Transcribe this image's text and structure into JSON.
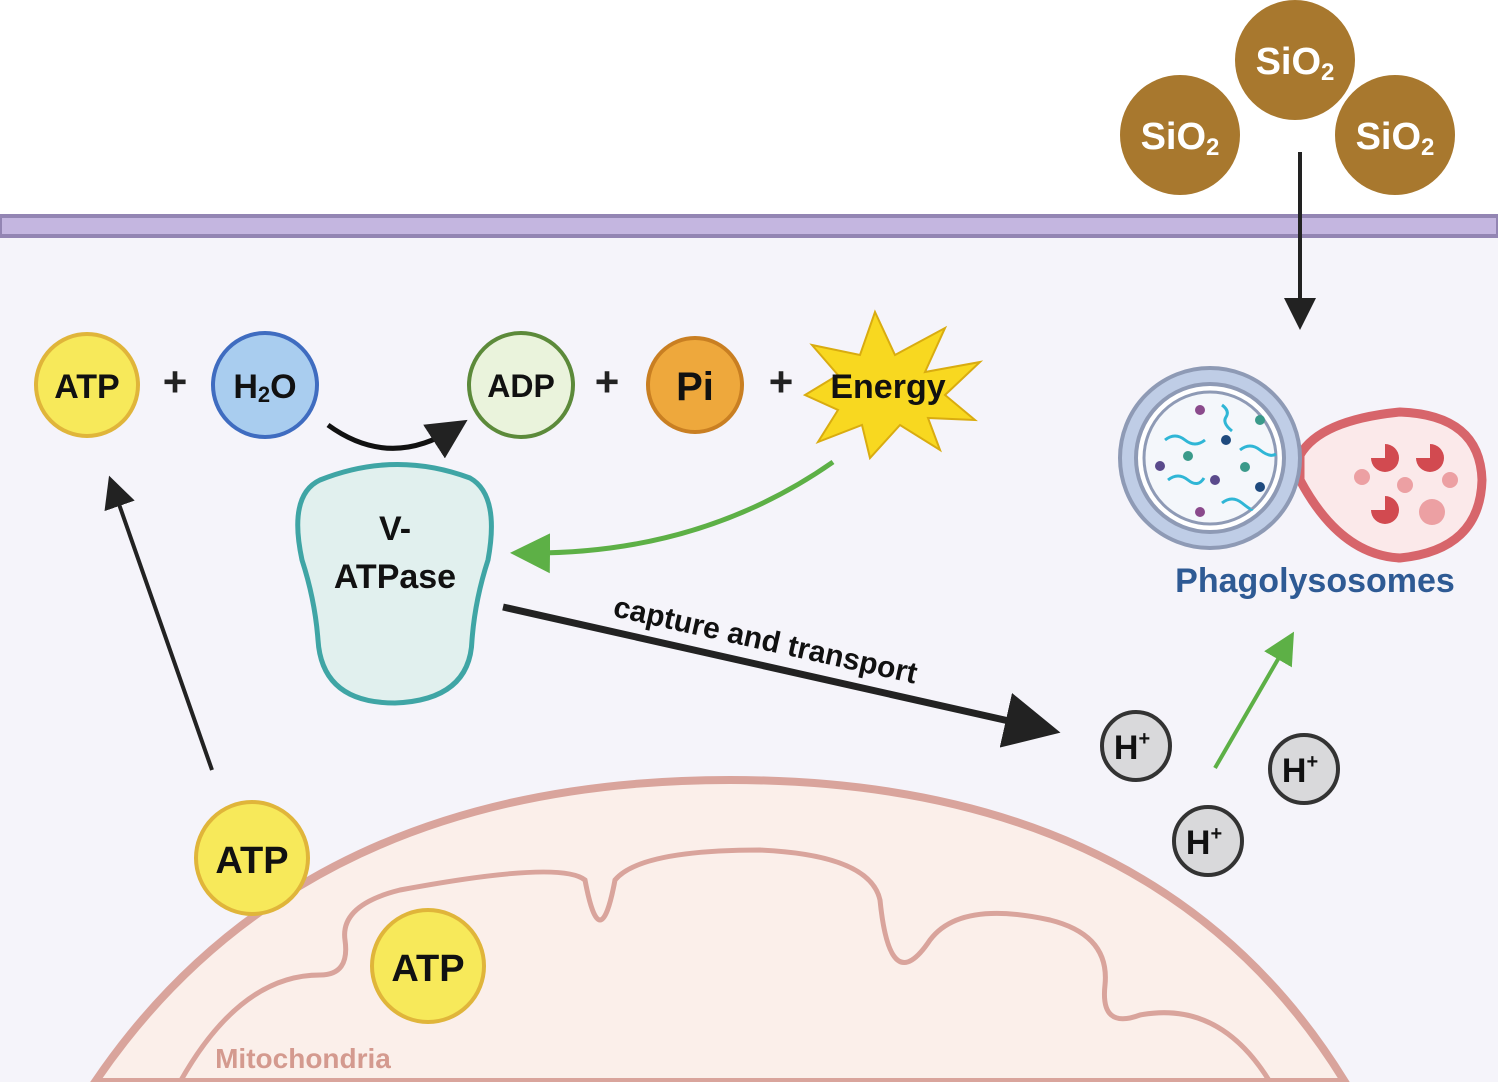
{
  "particles": {
    "label": "SiO",
    "subscript": "2",
    "color": "#a8782e"
  },
  "reaction": {
    "atp": "ATP",
    "plus": "+",
    "h2o_h": "H",
    "h2o_sub": "2",
    "h2o_o": "O",
    "adp": "ADP",
    "pi": "Pi",
    "energy": "Energy"
  },
  "pump": {
    "line1": "V-",
    "line2": "ATPase"
  },
  "transport_label": "capture and transport",
  "proton": {
    "label": "H",
    "sup": "+"
  },
  "phagolysosome_label": "Phagolysosomes",
  "mitochondria": {
    "label": "Mitochondria",
    "atp1": "ATP",
    "atp2": "ATP"
  },
  "colors": {
    "membrane": "#c4b6e0",
    "cytoplasm": "#f5f4fa",
    "atp": "#f7e95a",
    "h2o": "#a9cdef",
    "adp": "#eaf3dc",
    "pi": "#eea83c",
    "energy": "#f8d820",
    "vatpase": "#e1f0ee",
    "green_arrow": "#5db046",
    "phago_text": "#2e5a94",
    "mito": "#d9a49c"
  }
}
